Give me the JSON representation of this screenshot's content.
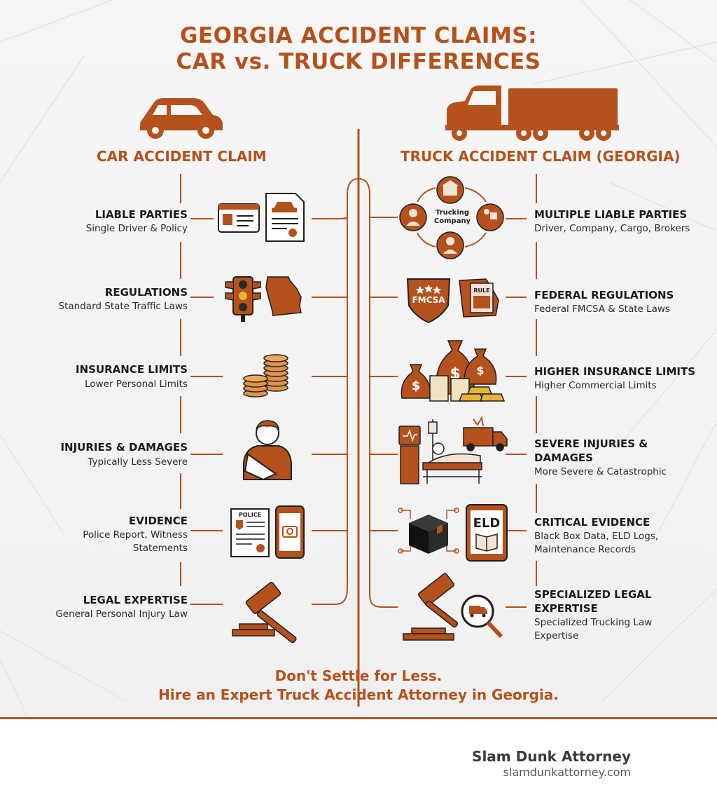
{
  "title": {
    "line1": "GEORGIA ACCIDENT CLAIMS:",
    "line2": "CAR vs. TRUCK DIFFERENCES"
  },
  "car_column": {
    "heading": "CAR ACCIDENT CLAIM",
    "rows": [
      {
        "label": "LIABLE PARTIES",
        "desc": "Single Driver & Policy"
      },
      {
        "label": "REGULATIONS",
        "desc": "Standard State Traffic Laws"
      },
      {
        "label": "INSURANCE LIMITS",
        "desc": "Lower Personal Limits"
      },
      {
        "label": "INJURIES & DAMAGES",
        "desc": "Typically Less Severe"
      },
      {
        "label": "EVIDENCE",
        "desc_lines": [
          "Police Report, Witness",
          "Statements"
        ]
      },
      {
        "label": "LEGAL EXPERTISE",
        "desc": "General Personal Injury Law"
      }
    ]
  },
  "truck_column": {
    "heading": "TRUCK ACCIDENT CLAIM (GEORGIA)",
    "rows": [
      {
        "label": "MULTIPLE LIABLE PARTIES",
        "desc": "Driver, Company, Cargo, Brokers"
      },
      {
        "label": "FEDERAL REGULATIONS",
        "desc": "Federal FMCSA & State Laws"
      },
      {
        "label": "HIGHER INSURANCE LIMITS",
        "desc": "Higher Commercial Limits"
      },
      {
        "label_lines": [
          "SEVERE INJURIES &",
          "DAMAGES"
        ],
        "desc": "More Severe & Catastrophic"
      },
      {
        "label": "CRITICAL EVIDENCE",
        "desc_lines": [
          "Black Box Data, ELD Logs,",
          "Maintenance Records"
        ]
      },
      {
        "label_lines": [
          "SPECIALIZED LEGAL",
          "EXPERTISE"
        ],
        "desc_lines": [
          "Specialized Trucking Law",
          "Expertise"
        ]
      }
    ]
  },
  "icon_text": {
    "trucking_company_line1": "Trucking",
    "trucking_company_line2": "Company",
    "fmcsa": "FMCSA",
    "rule_book": "RULE",
    "police_report": "POLICE",
    "eld": "ELD"
  },
  "cta": {
    "line1": "Don't Settle for Less.",
    "line2": "Hire an Expert Truck Accident Attorney in Georgia."
  },
  "footer": {
    "brand_name": "Slam Dunk Attorney",
    "brand_url": "slamdunkattorney.com"
  },
  "colors": {
    "accent": "#b5511c",
    "text": "#1b1b1b",
    "background": "#f4f4f4"
  }
}
